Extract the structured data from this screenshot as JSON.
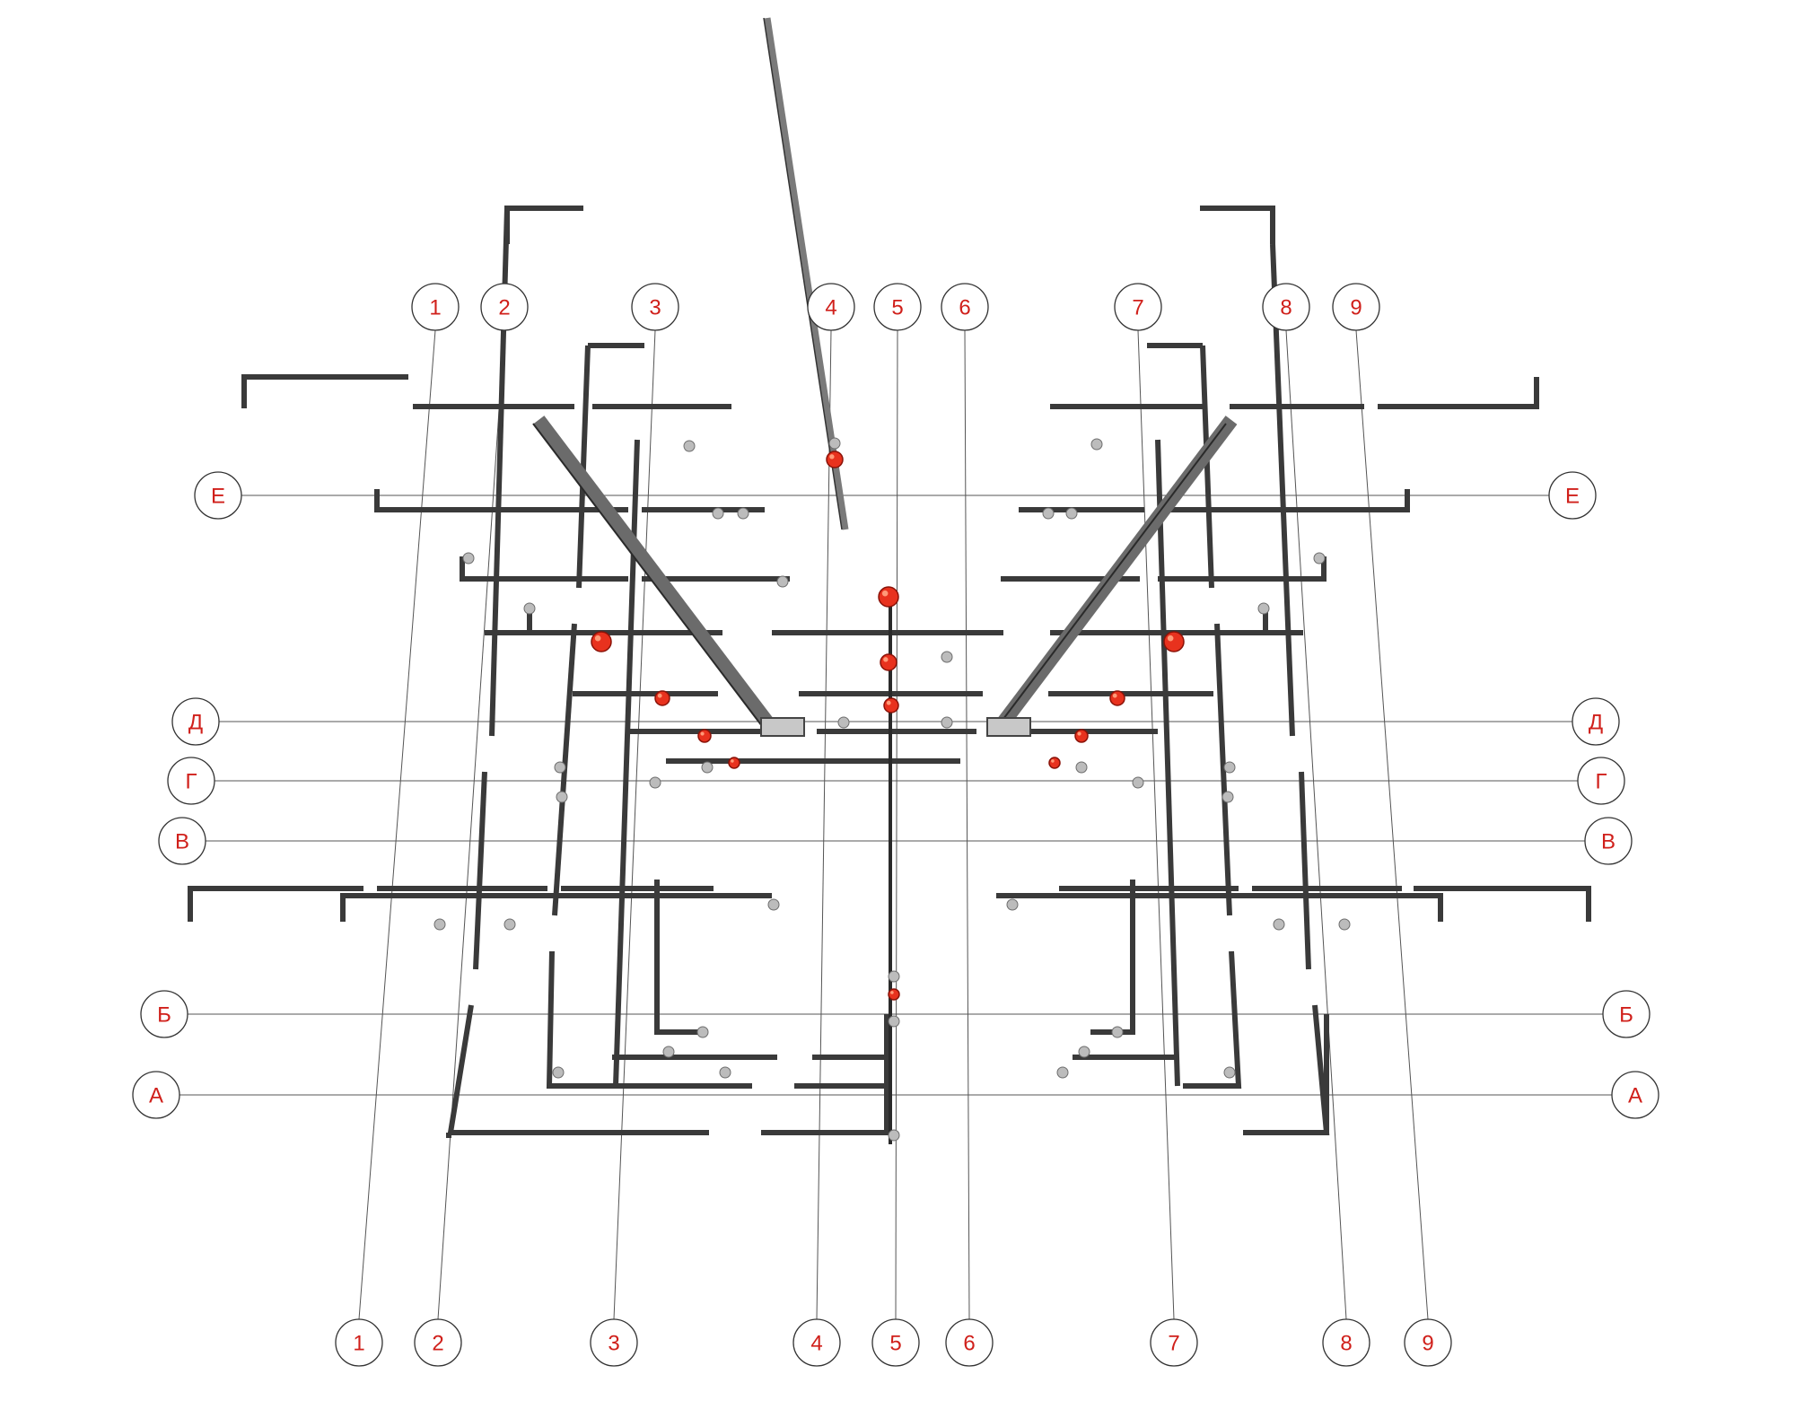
{
  "diagram": {
    "column_axes": [
      {
        "label": "1"
      },
      {
        "label": "2"
      },
      {
        "label": "3"
      },
      {
        "label": "4"
      },
      {
        "label": "5"
      },
      {
        "label": "6"
      },
      {
        "label": "7"
      },
      {
        "label": "8"
      },
      {
        "label": "9"
      }
    ],
    "row_axes": [
      {
        "label": "Е"
      },
      {
        "label": "Д"
      },
      {
        "label": "Г"
      },
      {
        "label": "В"
      },
      {
        "label": "Б"
      },
      {
        "label": "А"
      }
    ],
    "colors": {
      "label_text": "#d0201b",
      "structure": "#3a3a3a",
      "node_highlight": "#e8321e",
      "node_neutral": "#bcbcbc"
    }
  }
}
